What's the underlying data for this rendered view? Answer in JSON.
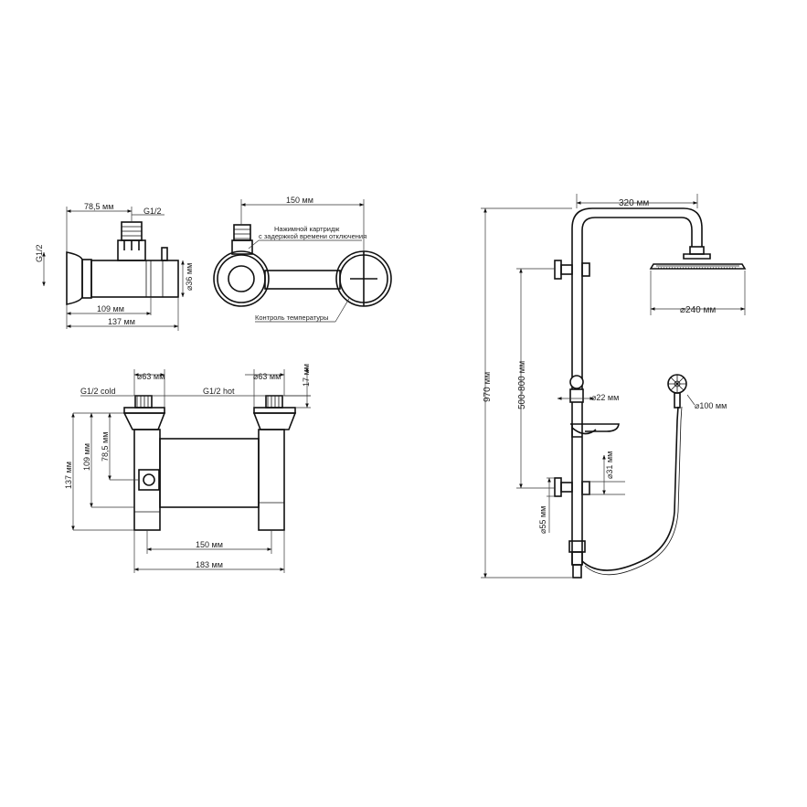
{
  "labels": {
    "side_width": "78,5 мм",
    "side_thread_top": "G1/2",
    "side_thread_left": "G1/2",
    "side_diameter": "⌀36 мм",
    "side_depth_109": "109 мм",
    "side_depth_137": "137 мм",
    "front_width": "150 мм",
    "cartridge_note_line1": "Нажимной картридж",
    "cartridge_note_line2": "с задержкой времени отключения",
    "temperature_note": "Контроль температуры",
    "top_d63_left": "⌀63 мм",
    "top_d63_right": "⌀63 мм",
    "top_17": "17 мм",
    "top_cold": "G1/2 cold",
    "top_hot": "G1/2 hot",
    "top_137": "137 мм",
    "top_109": "109 мм",
    "top_785": "78,5 мм",
    "top_150": "150 мм",
    "top_183": "183 мм",
    "shower_320": "320 мм",
    "shower_240": "⌀240 мм",
    "shower_970": "970 мм",
    "shower_500_800": "500-800 мм",
    "shower_22": "⌀22 мм",
    "shower_100": "⌀100 мм",
    "shower_31": "⌀31 мм",
    "shower_55": "⌀55 мм"
  }
}
